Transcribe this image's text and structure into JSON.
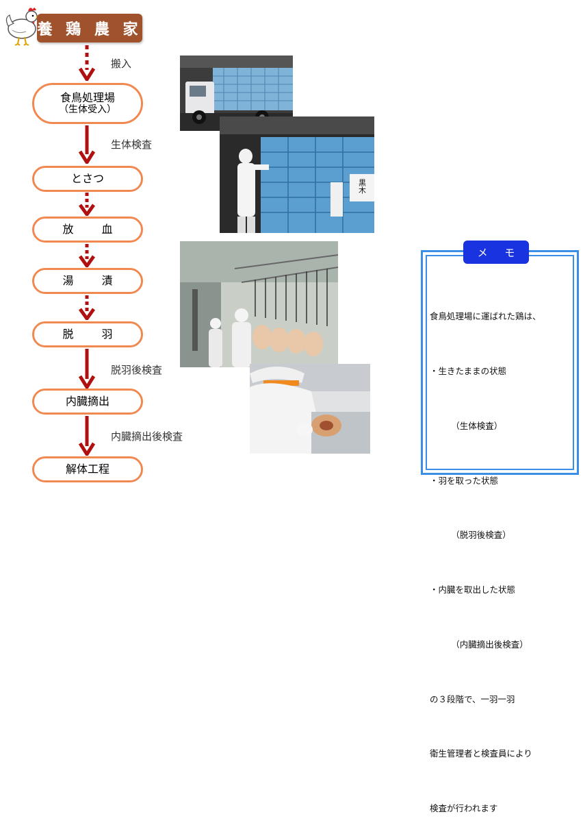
{
  "header": {
    "title": "養 鶏 農 家"
  },
  "steps": {
    "s1": {
      "label": "食鳥処理場",
      "sub": "（生体受入）"
    },
    "s2": {
      "label": "とさつ"
    },
    "s3": {
      "label": "放 血"
    },
    "s4": {
      "label": "湯 漬"
    },
    "s5": {
      "label": "脱 羽"
    },
    "s6": {
      "label": "内臓摘出"
    },
    "s7": {
      "label": "解体工程"
    }
  },
  "arrow_labels": {
    "a1": "搬入",
    "a2": "生体検査",
    "a6": "脱羽後検査",
    "a7": "内臓摘出後検査"
  },
  "photo_labels": {
    "crate_sign": "黒木"
  },
  "memo": {
    "title": "メ モ",
    "lines": [
      "食鳥処理場に運ばれた鶏は、",
      "・生きたままの状態",
      "　　　（生体検査）",
      "・羽を取った状態",
      "　　　（脱羽後検査）",
      "・内臓を取出した状態",
      "　　　（内臓摘出後検査）",
      "の３段階で、一羽一羽",
      "衛生管理者と検査員により",
      "検査が行われます"
    ]
  },
  "colors": {
    "arrow": "#b01010",
    "step_border": "#f08850",
    "header_bg": "#a0522d",
    "memo_border": "#3a8ee6",
    "memo_title_bg": "#1a33e0"
  }
}
